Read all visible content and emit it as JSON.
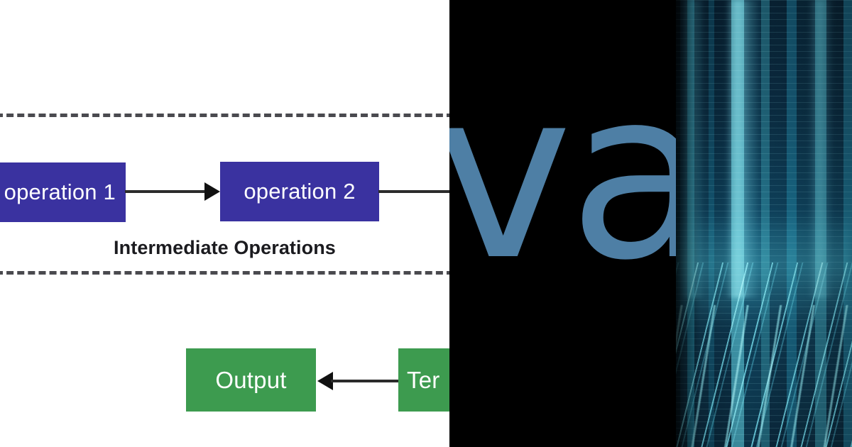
{
  "collage": {
    "panels": [
      {
        "id": "diagram",
        "kind": "flowchart-white"
      },
      {
        "id": "wordmark",
        "kind": "logotype-black"
      },
      {
        "id": "cityscape",
        "kind": "digital-city-art"
      }
    ]
  },
  "diagram": {
    "background_color": "#ffffff",
    "operation_box_color": "#3a32a0",
    "terminal_box_color": "#3d9b4f",
    "line_color": "#2b2b2b",
    "dashed_rule_color": "#4a4a4f",
    "region_label": "Intermediate Operations",
    "nodes": {
      "operation_1": "operation 1",
      "operation_2": "operation 2",
      "output": "Output",
      "terminal": "Ter"
    }
  },
  "wordmark": {
    "background_color": "#000000",
    "text_color": "#4e7fa5",
    "text": "va"
  },
  "cityscape": {
    "accent_color": "#7aebff",
    "base_color": "#0c3b52"
  }
}
